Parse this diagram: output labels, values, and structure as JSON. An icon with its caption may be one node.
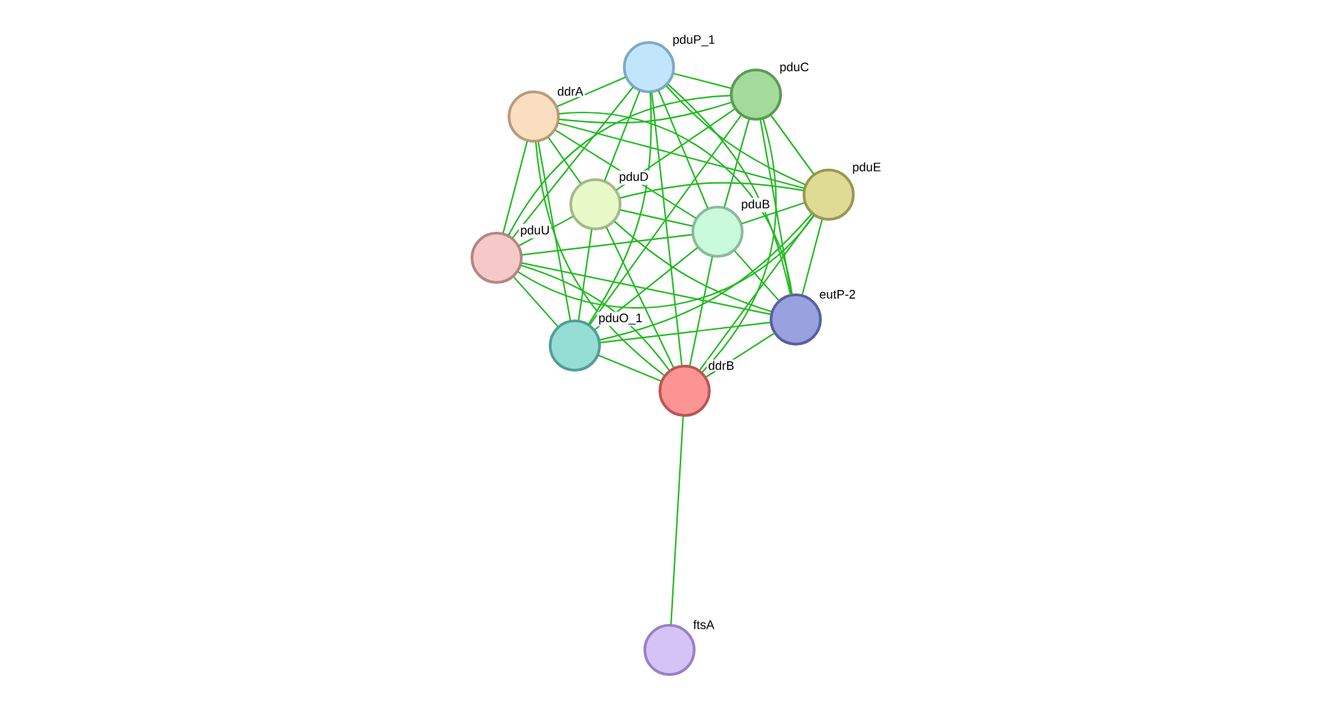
{
  "diagram": {
    "nodes": [
      {
        "text": [
          "pduP_1"
        ]
      },
      {
        "text": [
          "pduC"
        ]
      },
      {
        "text": [
          "ddrA"
        ]
      },
      {
        "text": [
          "pduE"
        ]
      },
      {
        "text": [
          "pduD"
        ]
      },
      {
        "text": [
          "pduB"
        ]
      },
      {
        "text": [
          "pduU"
        ]
      },
      {
        "text": [
          "eutP-2"
        ]
      },
      {
        "text": [
          "pduO_1"
        ]
      },
      {
        "text": [
          "ddrB"
        ]
      },
      {
        "text": [
          "ftsA"
        ]
      }
    ],
    "edges": [
      {
        "from": 0,
        "to": 1,
        "arrow": "none"
      },
      {
        "from": 0,
        "to": 2,
        "arrow": "none"
      },
      {
        "from": 0,
        "to": 3,
        "arrow": "none"
      },
      {
        "from": 0,
        "to": 4,
        "arrow": "none"
      },
      {
        "from": 0,
        "to": 5,
        "arrow": "none"
      },
      {
        "from": 0,
        "to": 6,
        "arrow": "none"
      },
      {
        "from": 0,
        "to": 7,
        "arrow": "none"
      },
      {
        "from": 0,
        "to": 8,
        "arrow": "none"
      },
      {
        "from": 0,
        "to": 9,
        "arrow": "none"
      },
      {
        "from": 1,
        "to": 2,
        "arrow": "none"
      },
      {
        "from": 1,
        "to": 3,
        "arrow": "none"
      },
      {
        "from": 1,
        "to": 4,
        "arrow": "none"
      },
      {
        "from": 1,
        "to": 5,
        "arrow": "none"
      },
      {
        "from": 1,
        "to": 6,
        "arrow": "none"
      },
      {
        "from": 1,
        "to": 7,
        "arrow": "none"
      },
      {
        "from": 1,
        "to": 8,
        "arrow": "none"
      },
      {
        "from": 1,
        "to": 9,
        "arrow": "none"
      },
      {
        "from": 2,
        "to": 3,
        "arrow": "none"
      },
      {
        "from": 2,
        "to": 4,
        "arrow": "none"
      },
      {
        "from": 2,
        "to": 5,
        "arrow": "none"
      },
      {
        "from": 2,
        "to": 6,
        "arrow": "none"
      },
      {
        "from": 2,
        "to": 7,
        "arrow": "none"
      },
      {
        "from": 2,
        "to": 8,
        "arrow": "none"
      },
      {
        "from": 2,
        "to": 9,
        "arrow": "none"
      },
      {
        "from": 3,
        "to": 4,
        "arrow": "none"
      },
      {
        "from": 3,
        "to": 5,
        "arrow": "none"
      },
      {
        "from": 3,
        "to": 6,
        "arrow": "none"
      },
      {
        "from": 3,
        "to": 7,
        "arrow": "none"
      },
      {
        "from": 3,
        "to": 8,
        "arrow": "none"
      },
      {
        "from": 3,
        "to": 9,
        "arrow": "none"
      },
      {
        "from": 4,
        "to": 5,
        "arrow": "none"
      },
      {
        "from": 4,
        "to": 6,
        "arrow": "none"
      },
      {
        "from": 4,
        "to": 7,
        "arrow": "none"
      },
      {
        "from": 4,
        "to": 8,
        "arrow": "none"
      },
      {
        "from": 4,
        "to": 9,
        "arrow": "none"
      },
      {
        "from": 5,
        "to": 6,
        "arrow": "none"
      },
      {
        "from": 5,
        "to": 7,
        "arrow": "none"
      },
      {
        "from": 5,
        "to": 8,
        "arrow": "none"
      },
      {
        "from": 5,
        "to": 9,
        "arrow": "none"
      },
      {
        "from": 6,
        "to": 7,
        "arrow": "none"
      },
      {
        "from": 6,
        "to": 8,
        "arrow": "none"
      },
      {
        "from": 6,
        "to": 9,
        "arrow": "none"
      },
      {
        "from": 7,
        "to": 8,
        "arrow": "none"
      },
      {
        "from": 7,
        "to": 9,
        "arrow": "none"
      },
      {
        "from": 8,
        "to": 9,
        "arrow": "none"
      },
      {
        "from": 9,
        "to": 10,
        "arrow": "none"
      }
    ]
  }
}
